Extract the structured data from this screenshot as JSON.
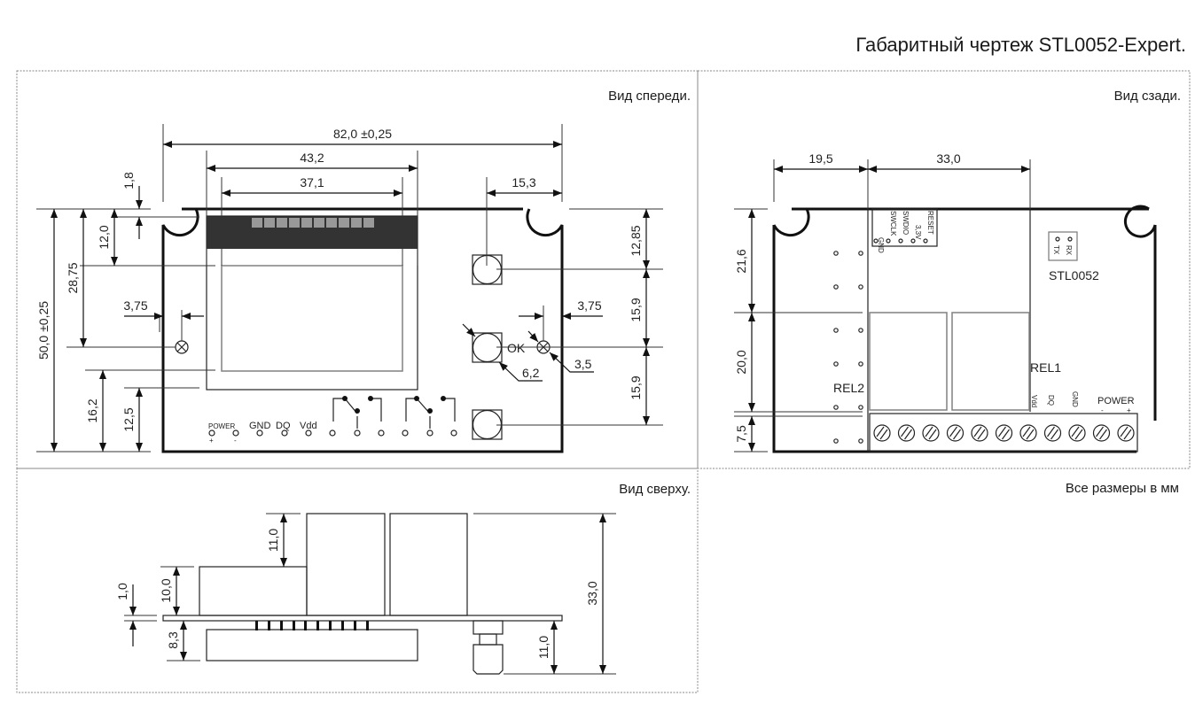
{
  "title": "Габаритный чертеж STL0052-Expert.",
  "note": "Все размеры в мм",
  "views": {
    "front": {
      "label": "Вид спереди.",
      "dims": {
        "overall_width": "82,0 ±0,25",
        "display_outer": "43,2",
        "display_inner": "37,1",
        "button_offset": "15,3",
        "top_gap": "1,8",
        "display_top": "12,0",
        "led_height": "28,75",
        "overall_height": "50,0 ±0,25",
        "led_left_offset": "3,75",
        "led_right_offset": "3,75",
        "button_top": "12,85",
        "button_pitch_1": "15,9",
        "button_pitch_2": "15,9",
        "button_diameter": "6,2",
        "led_diameter": "3,5",
        "bottom_16": "16,2",
        "bottom_12": "12,5"
      },
      "labels": {
        "power": "POWER",
        "plus": "+",
        "minus": "-",
        "gnd": "GND",
        "dq": "DQ",
        "vdd": "Vdd",
        "ok": "OK"
      }
    },
    "back": {
      "label": "Вид сзади.",
      "dims": {
        "left_offset": "19,5",
        "relay_width": "33,0",
        "top_section": "21,6",
        "mid_section": "20,0",
        "bottom_section": "7,5"
      },
      "labels": {
        "model": "STL0052",
        "rel1": "REL1",
        "rel2": "REL2",
        "prog_pins": [
          "GND",
          "SWCLK",
          "SWDIO",
          "3,3V",
          "RESET"
        ],
        "uart_pins": [
          "RX",
          "TX"
        ],
        "vdd": "Vdd",
        "dq": "DQ",
        "gnd": "GND",
        "power": "POWER",
        "minus": "-",
        "plus": "+"
      },
      "terminal_count": 11
    },
    "top": {
      "label": "Вид сверху.",
      "dims": {
        "relay_height": "11,0",
        "block_height": "10,0",
        "pcb_thickness": "1,0",
        "display_depth": "8,3",
        "overall_depth": "33,0",
        "button_depth": "11,0"
      }
    }
  }
}
